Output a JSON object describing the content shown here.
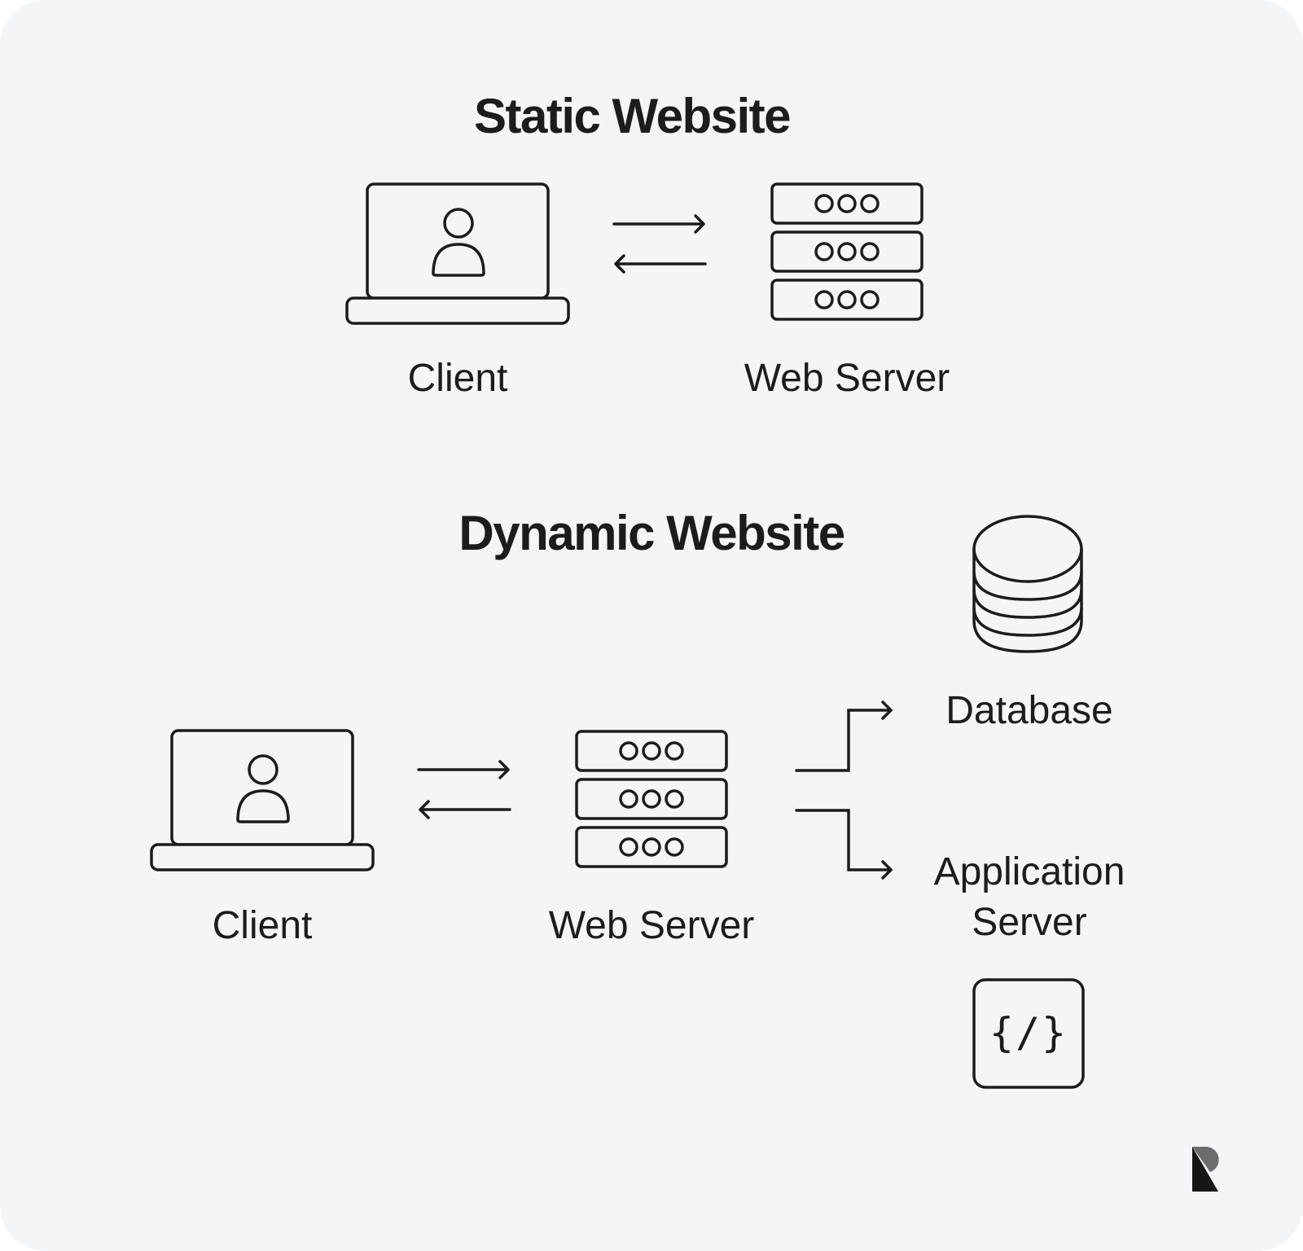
{
  "static_section": {
    "title": "Static Website",
    "client_label": "Client",
    "server_label": "Web Server"
  },
  "dynamic_section": {
    "title": "Dynamic Website",
    "client_label": "Client",
    "server_label": "Web Server",
    "database_label": "Database",
    "app_server_label_line1": "Application",
    "app_server_label_line2": "Server",
    "code_glyph": "{/}"
  },
  "colors": {
    "background": "#f4f5f7",
    "stroke": "#1b1c1d",
    "logo_dark": "#151616",
    "logo_gray": "#6b6d6d"
  }
}
